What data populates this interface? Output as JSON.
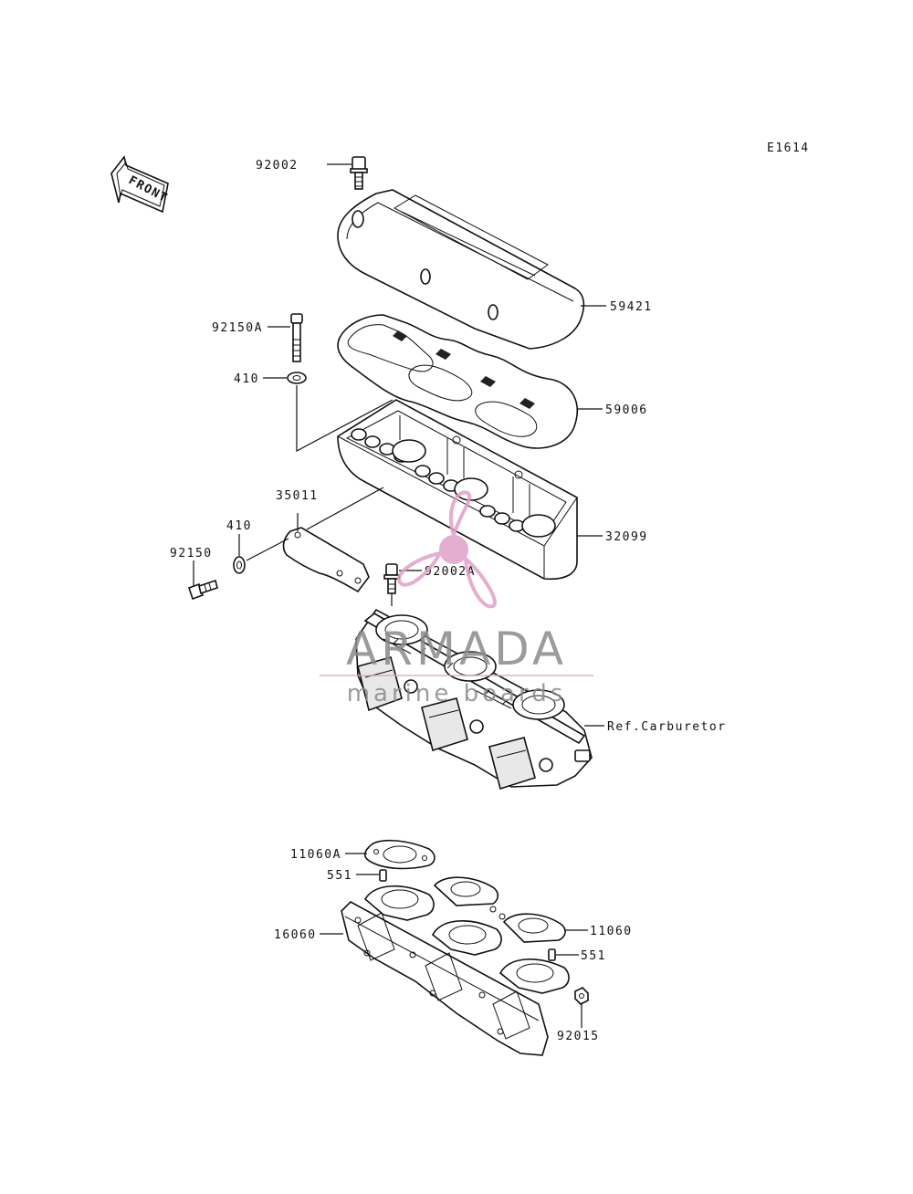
{
  "diagram_code": "E1614",
  "front_arrow_label": "FRONT",
  "parts": {
    "p92002": "92002",
    "p59421": "59421",
    "p92150A": "92150A",
    "p410a": "410",
    "p59006": "59006",
    "p35011": "35011",
    "p410b": "410",
    "p92150": "92150",
    "p92002A": "92002A",
    "p32099": "32099",
    "ref_carburetor": "Ref.Carburetor",
    "p11060A": "11060A",
    "p551a": "551",
    "p16060": "16060",
    "p11060": "11060",
    "p551b": "551",
    "p92015": "92015"
  },
  "watermark": {
    "brand": "ARMADA",
    "tagline": "marine boards",
    "color_gray": "#8a8a8a",
    "color_pink": "#e0a0c8"
  }
}
